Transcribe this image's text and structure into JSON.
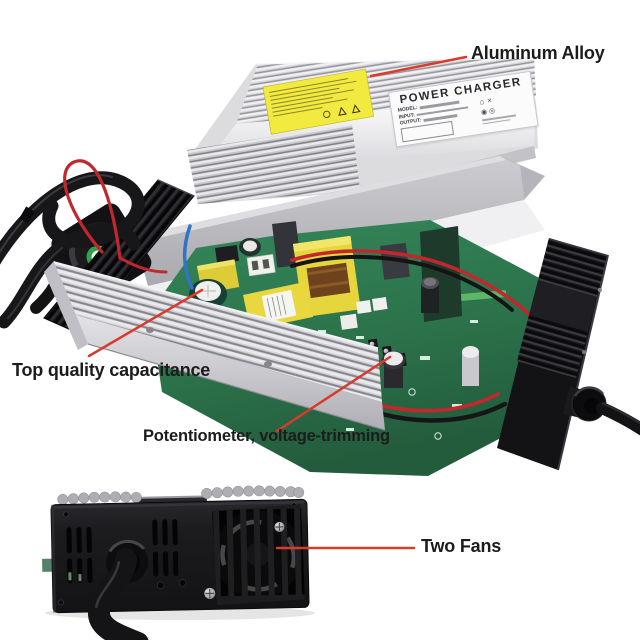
{
  "colors": {
    "background": "#ffffff",
    "callout_line": "#d93a2c",
    "callout_text": "#1c1c1c",
    "aluminum_light": "#ececef",
    "aluminum_mid": "#b9b9bf",
    "pcb_green": "#2e7b4e",
    "transformer_yellow": "#e6d53c",
    "warning_label_yellow": "#f2ea3e",
    "panel_black": "#1a1a1c",
    "fan_sticker_green": "#2fa14f",
    "wire_red": "#c1272d",
    "wire_blue": "#2f74c8"
  },
  "callouts": [
    {
      "id": "aluminum-alloy",
      "text": "Aluminum Alloy"
    },
    {
      "id": "top-quality-capacitance",
      "text": "Top quality capacitance"
    },
    {
      "id": "potentiometer",
      "text": "Potentiometer, voltage-trimming"
    },
    {
      "id": "two-fans",
      "text": "Two Fans"
    }
  ],
  "spec_label": {
    "title": "POWER CHARGER",
    "rows": [
      {
        "label": "MODEL:"
      },
      {
        "label": "INPUT:"
      },
      {
        "label": "OUTPUT:"
      }
    ],
    "icons": {
      "house": "⌂",
      "cross": "×",
      "cert_a": "◉",
      "cert_b": "◎"
    }
  }
}
